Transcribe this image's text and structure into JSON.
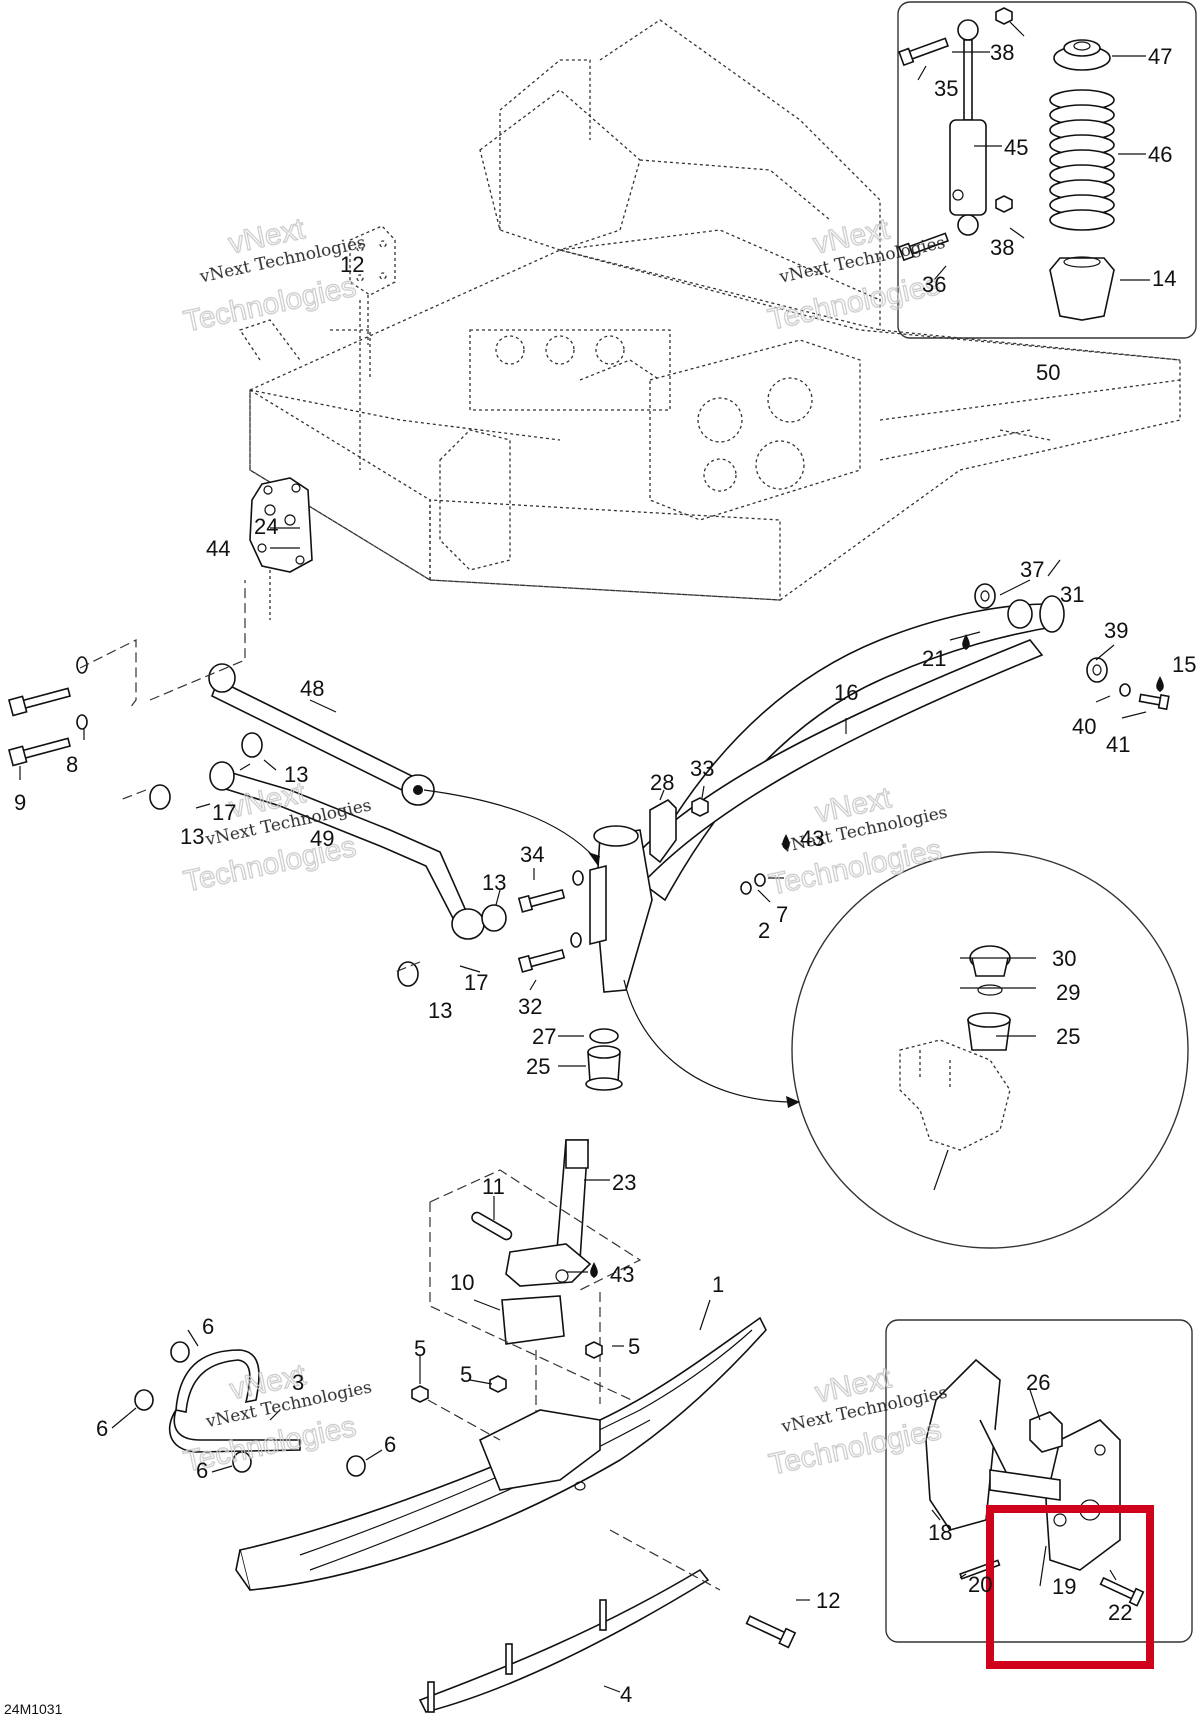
{
  "diagram_code": "24M1031",
  "watermark": {
    "line1": "vNext Technologies",
    "line2": "Technologies",
    "prefix": "vNext"
  },
  "callouts": {
    "c1": "1",
    "c2": "2",
    "c3": "3",
    "c4": "4",
    "c5a": "5",
    "c5b": "5",
    "c5c": "5",
    "c6a": "6",
    "c6b": "6",
    "c6c": "6",
    "c6d": "6",
    "c7": "7",
    "c8": "8",
    "c9": "9",
    "c10": "10",
    "c11": "11",
    "c12a": "12",
    "c12b": "12",
    "c13a": "13",
    "c13b": "13",
    "c13c": "13",
    "c13d": "13",
    "c14": "14",
    "c15": "15",
    "c16": "16",
    "c17a": "17",
    "c17b": "17",
    "c18": "18",
    "c19": "19",
    "c20": "20",
    "c21": "21",
    "c22": "22",
    "c23": "23",
    "c24": "24",
    "c25a": "25",
    "c25b": "25",
    "c26": "26",
    "c27": "27",
    "c28": "28",
    "c29": "29",
    "c30": "30",
    "c31": "31",
    "c32": "32",
    "c33": "33",
    "c34": "34",
    "c35": "35",
    "c36": "36",
    "c37": "37",
    "c38a": "38",
    "c38b": "38",
    "c39": "39",
    "c40": "40",
    "c41": "41",
    "c43a": "43",
    "c43b": "43",
    "c44": "44",
    "c45": "45",
    "c46": "46",
    "c47": "47",
    "c48": "48",
    "c49": "49",
    "c50": "50"
  },
  "colors": {
    "line": "#111111",
    "highlight": "#d0021b",
    "watermark": "#c8c8c8",
    "background": "#ffffff"
  }
}
